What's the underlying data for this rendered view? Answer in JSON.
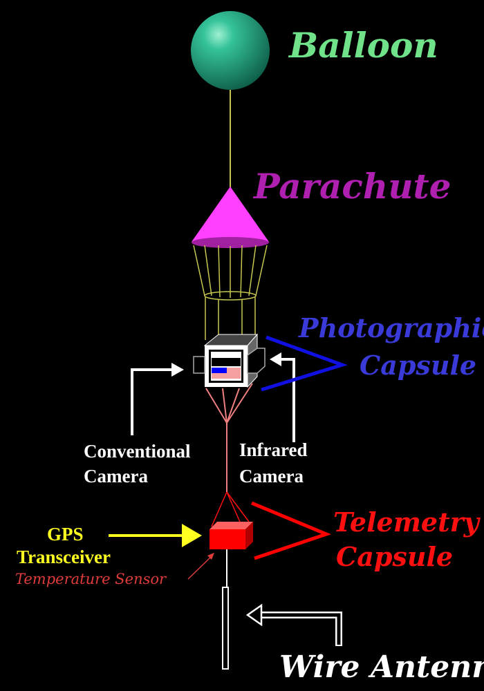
{
  "labels": {
    "balloon": "Balloon",
    "parachute": "Parachute",
    "photographic_capsule_1": "Photographic",
    "photographic_capsule_2": "Capsule",
    "conventional_camera_1": "Conventional",
    "conventional_camera_2": "Camera",
    "infrared_camera_1": "Infrared",
    "infrared_camera_2": "Camera",
    "telemetry_capsule_1": "Telemetry",
    "telemetry_capsule_2": "Capsule",
    "gps_1": "GPS",
    "gps_2": "Transceiver",
    "temperature_sensor": "Temperature Sensor",
    "wire_antenna": "Wire Antenna"
  },
  "colors": {
    "balloon": "#2fb58f",
    "balloon_label": "#6fe28a",
    "parachute": "#e040e0",
    "parachute_label": "#b020b0",
    "photo_label": "#3a3ad8",
    "telemetry": "#ff1010",
    "gps": "#ffff20",
    "temp_sensor": "#e03c3c",
    "rigging": "#c8c850",
    "pink_lines": "#f08080"
  }
}
